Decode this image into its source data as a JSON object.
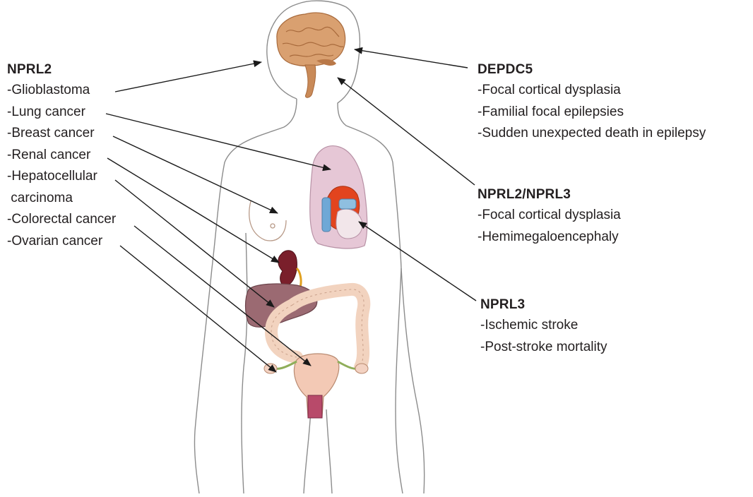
{
  "groups": {
    "nprl2": {
      "title": "NPRL2",
      "items": [
        "-Glioblastoma",
        "-Lung cancer",
        "-Breast cancer",
        "-Renal cancer",
        "-Hepatocellular",
        " carcinoma",
        "-Colorectal cancer",
        "-Ovarian cancer"
      ]
    },
    "depdc5": {
      "title": "DEPDC5",
      "items": [
        "-Focal cortical dysplasia",
        "-Familial focal epilepsies",
        "-Sudden unexpected death in epilepsy"
      ]
    },
    "nprl2_nprl3": {
      "title": "NPRL2/NPRL3",
      "items": [
        "-Focal cortical dysplasia",
        "-Hemimegaloencephaly"
      ]
    },
    "nprl3": {
      "title": "NPRL3",
      "items": [
        "-Ischemic stroke",
        "-Post-stroke mortality"
      ]
    }
  },
  "colors": {
    "body_outline": "#8c8c8c",
    "text": "#231f20",
    "arrow": "#1a1a1a",
    "brain": "#d9a070",
    "lung": "#e6c7d6",
    "heart_red": "#e2441e",
    "heart_blue": "#8fbfe0",
    "kidney": "#7a1f2b",
    "liver": "#9b6a72",
    "colon": "#f2d3bf",
    "uterus": "#f3c9b5"
  },
  "icons": [
    "body-silhouette-icon",
    "brain-icon",
    "lungs-icon",
    "heart-icon",
    "kidney-icon",
    "liver-icon",
    "colon-icon",
    "uterus-icon",
    "breast-icon"
  ]
}
